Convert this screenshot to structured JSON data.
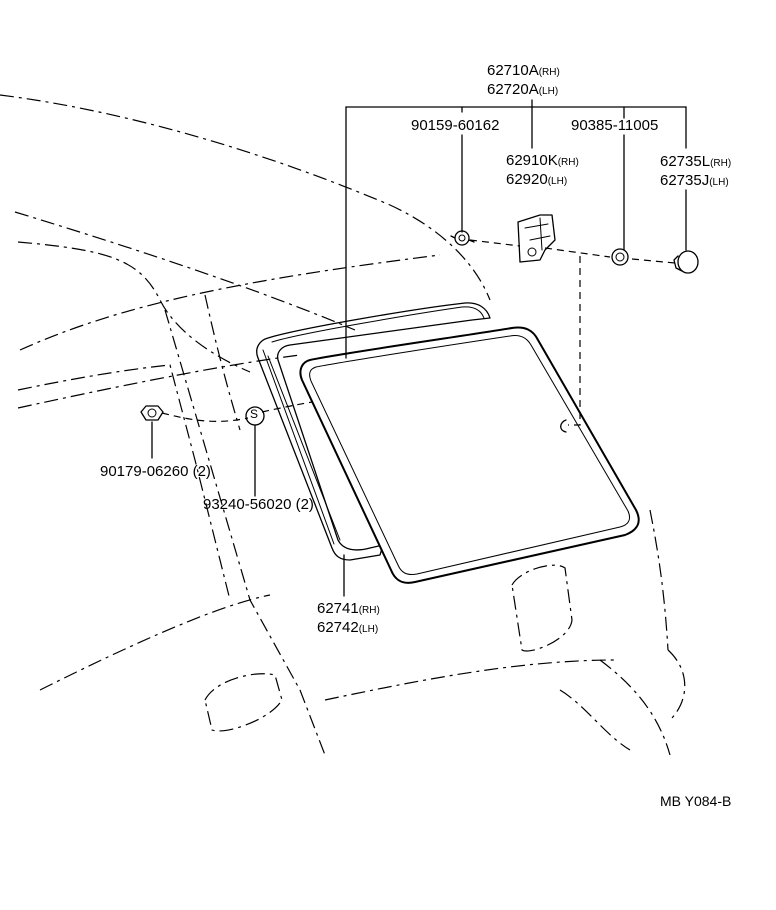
{
  "labels": {
    "glass_assy_rh": "62710A",
    "glass_assy_rh_side": "(RH)",
    "glass_assy_lh": "62720A",
    "glass_assy_lh_side": "(LH)",
    "screw_a": "90159-60162",
    "clip_b": "90385-11005",
    "hinge_rh": "62910K",
    "hinge_rh_side": "(RH)",
    "hinge_lh": "62920",
    "hinge_lh_side": "(LH)",
    "stopper_rh": "62735L",
    "stopper_rh_side": "(RH)",
    "stopper_lh": "62735J",
    "stopper_lh_side": "(LH)",
    "nut_left": "90179-06260 (2)",
    "spacer_s": "93240-56020 (2)",
    "weatherstrip_rh": "62741",
    "weatherstrip_rh_side": "(RH)",
    "weatherstrip_lh": "62742",
    "weatherstrip_lh_side": "(LH)",
    "spacer_symbol": "S"
  },
  "diagram_ref": "MB Y084-B"
}
